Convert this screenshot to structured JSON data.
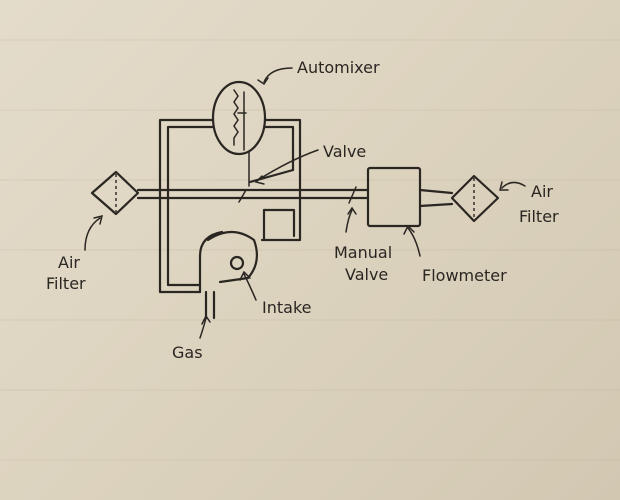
{
  "diagram": {
    "labels": {
      "automixer": "Automixer",
      "valve": "Valve",
      "air_filter_left_1": "Air",
      "air_filter_left_2": "Filter",
      "air_filter_right_1": "Air",
      "air_filter_right_2": "Filter",
      "manual_valve_1": "Manual",
      "manual_valve_2": "Valve",
      "flowmeter": "Flowmeter",
      "intake": "Intake",
      "gas": "Gas"
    }
  }
}
